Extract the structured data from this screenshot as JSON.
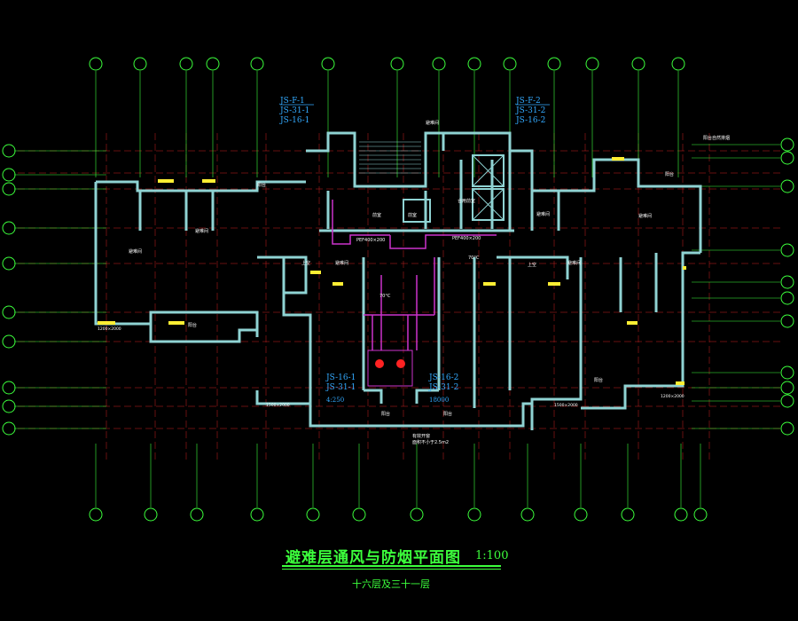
{
  "title": "避难层通风与防烟平面图",
  "scale": "1:100",
  "subtitle": "十六层及三十一层",
  "colors": {
    "wall": "#8fd3d3",
    "axis": "#3cff3c",
    "grid": "#cc2222",
    "duct": "#cc33cc",
    "tag": "#33aaff",
    "window": "#ffee33",
    "note_red": "#ff2222",
    "text": "#ffffff"
  },
  "tags_upper": [
    {
      "lines": [
        "JS-F-1",
        "JS-31-1",
        "JS-16-1"
      ]
    },
    {
      "lines": [
        "JS-F-2",
        "JS-31-2",
        "JS-16-2"
      ]
    }
  ],
  "tags_lower": [
    {
      "lines": [
        "JS-16-1",
        "JS-31-1"
      ],
      "extra": "4:250"
    },
    {
      "lines": [
        "JS-16-2",
        "JS-31-2"
      ],
      "extra": "18000"
    }
  ],
  "room_labels": [
    "避难间",
    "避难间",
    "避难间",
    "避难间",
    "避难间",
    "阳台",
    "阳台",
    "阳台",
    "阳台",
    "阳台",
    "阳台",
    "上空",
    "上空",
    "避难间",
    "避难间",
    "前室",
    "合用前室",
    "前室"
  ],
  "duct_labels": [
    "PEF400×200",
    "70°C",
    "70°C",
    "PEF400×200"
  ],
  "vent_note": [
    "有效开窗",
    "面积不小于2.5m2"
  ],
  "corner_note": "阳台自然排烟",
  "window_notes": [
    "1200×2000",
    "1500×2000",
    "1500×2000",
    "1200×2000"
  ]
}
